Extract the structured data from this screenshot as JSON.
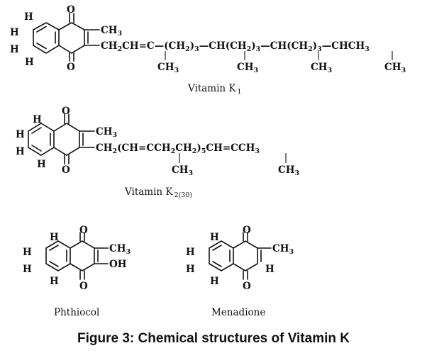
{
  "caption": "Figure 3: Chemical structures of Vitamin K",
  "atoms": {
    "H": "H",
    "O": "O",
    "CH3": "CH",
    "three": "3",
    "OH": "OH"
  },
  "k1": {
    "name": "Vitamin K",
    "name_sub": "1",
    "chain_a": "CH",
    "chain_a_sub": "2",
    "chain_b": "CH=C—(CH",
    "chain_b_sub": "2",
    "chain_c": ")",
    "chain_c_sub": "3",
    "chain_d": "—CH(CH",
    "chain_d_sub": "2",
    "chain_e": ")",
    "chain_e_sub": "3",
    "chain_f": "—CH(CH",
    "chain_f_sub": "2",
    "chain_g": ")",
    "chain_g_sub": "3",
    "chain_h": "—CHCH",
    "chain_h_sub": "3"
  },
  "k2": {
    "name": "Vitamin K",
    "name_sub": "2(30)",
    "chain_a": "CH",
    "chain_a_sub": "2",
    "chain_b": "(CH=CCH",
    "chain_b_sub": "2",
    "chain_c": "CH",
    "chain_c_sub": "2",
    "chain_d": ")",
    "chain_d_sub": "5",
    "chain_e": "CH=CCH",
    "chain_e_sub": "3"
  },
  "phthiocol": {
    "name": "Phthiocol"
  },
  "menadione": {
    "name": "Menadione"
  }
}
